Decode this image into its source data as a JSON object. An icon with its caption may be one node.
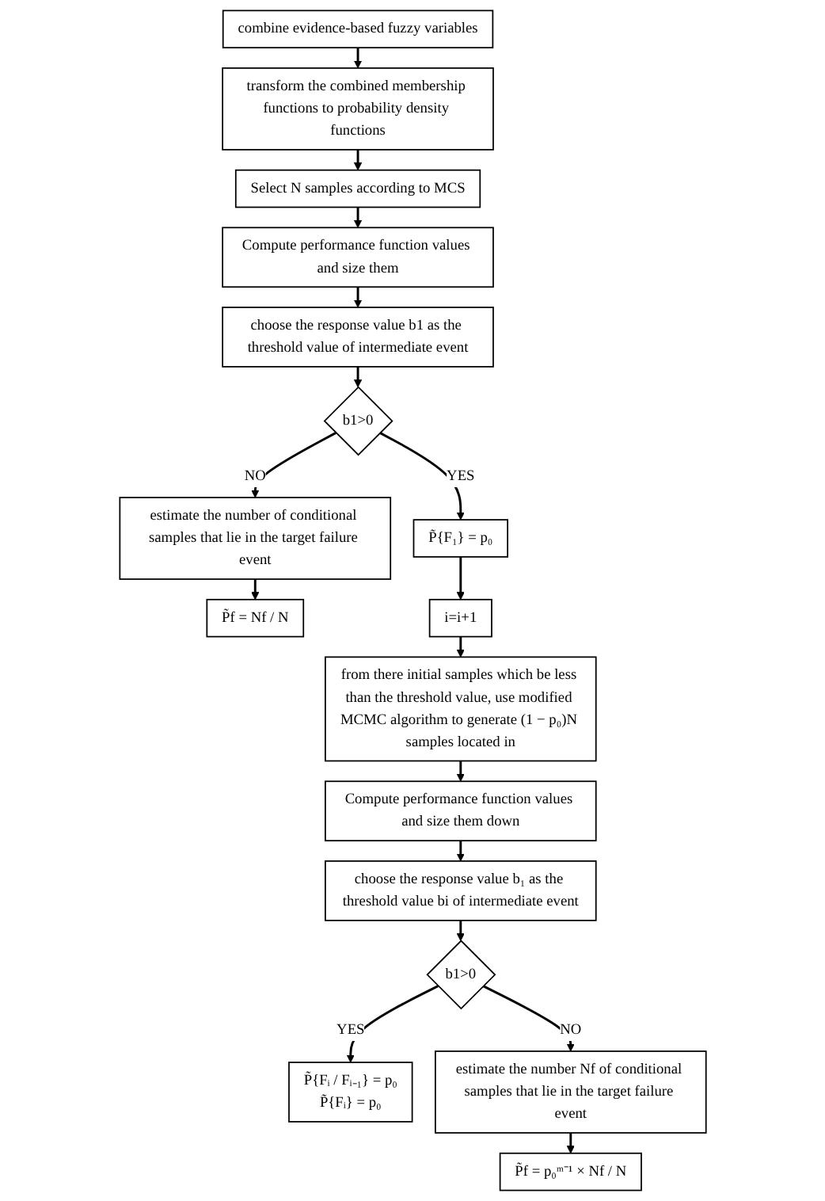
{
  "diagram": {
    "nodes": [
      {
        "text": [
          "combine evidence-based fuzzy variables"
        ]
      },
      {
        "text": [
          "transform the combined membership functions to probability density functions"
        ]
      },
      {
        "text": [
          "Select N samples according to MCS"
        ]
      },
      {
        "text": [
          "Compute performance function values and size them"
        ]
      },
      {
        "text": [
          "choose the response value b1 as the threshold value of intermediate event"
        ]
      },
      {
        "text": [
          "b1>0"
        ]
      },
      {
        "text": [
          "estimate the number of conditional samples that lie in the target failure event"
        ]
      },
      {
        "text": [
          "P̃f = Nf / N"
        ]
      },
      {
        "text": [
          "P̃{F₁} = p₀"
        ]
      },
      {
        "text": [
          "i=i+1"
        ]
      },
      {
        "text": [
          "from there initial samples which be less than the threshold value, use modified MCMC algorithm to generate (1 − p₀)N samples located in"
        ]
      },
      {
        "text": [
          "Compute performance function values and size them down"
        ]
      },
      {
        "text": [
          "choose the response value b₁ as the threshold value bi of intermediate event"
        ]
      },
      {
        "text": [
          "b1>0"
        ]
      },
      {
        "text": [
          "P̃{Fᵢ / Fᵢ₋₁} = p₀",
          "P̃{Fᵢ} = p₀"
        ]
      },
      {
        "text": [
          "estimate the number Nf of conditional samples that lie in the target failure event"
        ]
      },
      {
        "text": [
          "P̃f = p₀ᵐ⁻¹ × Nf / N"
        ]
      }
    ],
    "edges": [
      {
        "from": 0,
        "to": 1,
        "arrow": "to"
      },
      {
        "from": 1,
        "to": 2,
        "arrow": "to"
      },
      {
        "from": 2,
        "to": 3,
        "arrow": "to"
      },
      {
        "from": 3,
        "to": 4,
        "arrow": "to"
      },
      {
        "from": 4,
        "to": 5,
        "arrow": "to"
      },
      {
        "from": 5,
        "to": 6,
        "arrow": "to",
        "label": "NO"
      },
      {
        "from": 5,
        "to": 8,
        "arrow": "to",
        "label": "YES"
      },
      {
        "from": 6,
        "to": 7,
        "arrow": "to"
      },
      {
        "from": 8,
        "to": 9,
        "arrow": "to"
      },
      {
        "from": 9,
        "to": 10,
        "arrow": "to"
      },
      {
        "from": 10,
        "to": 11,
        "arrow": "to"
      },
      {
        "from": 11,
        "to": 12,
        "arrow": "to"
      },
      {
        "from": 12,
        "to": 13,
        "arrow": "to"
      },
      {
        "from": 13,
        "to": 14,
        "arrow": "to",
        "label": "YES"
      },
      {
        "from": 13,
        "to": 15,
        "arrow": "to",
        "label": "NO"
      },
      {
        "from": 15,
        "to": 16,
        "arrow": "to"
      }
    ]
  }
}
